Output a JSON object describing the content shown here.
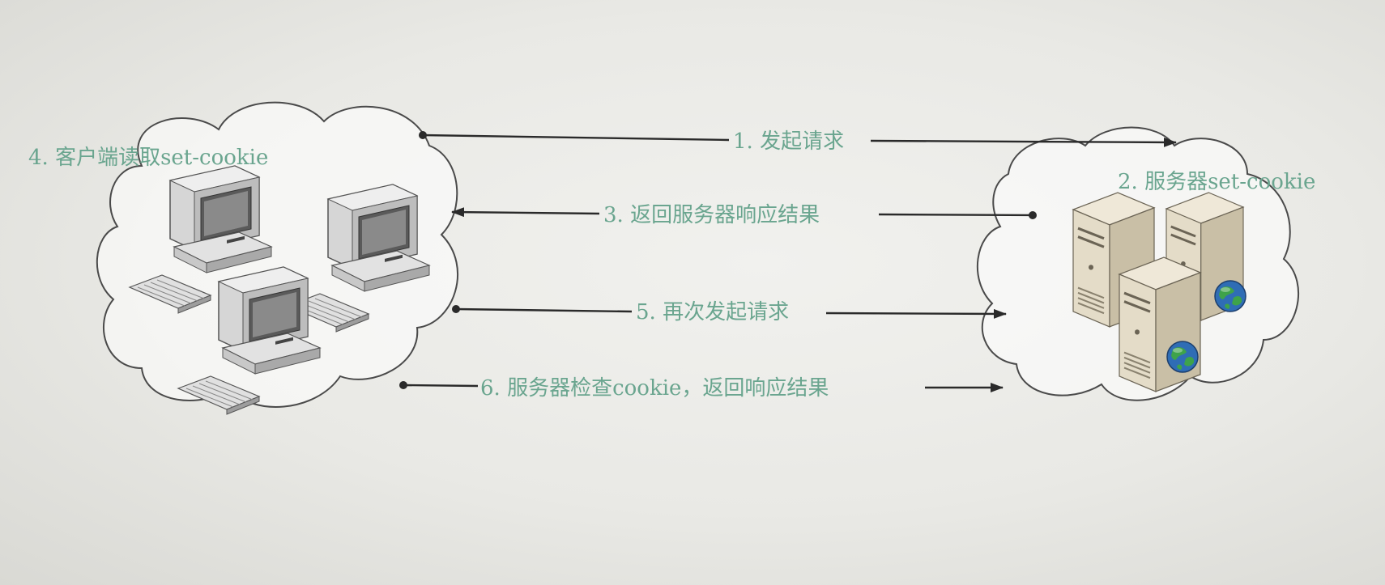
{
  "labels": {
    "client_read": "4. 客户端读取set-cookie",
    "server_set": "2. 服务器set-cookie",
    "step1": "1. 发起请求",
    "step3": "3. 返回服务器响应结果",
    "step5": "5. 再次发起请求",
    "step6": "6. 服务器检查cookie，返回响应结果"
  },
  "colors": {
    "label_green": "#6aa58f",
    "line": "#2a2a2a"
  },
  "icons": {
    "client": "desktop-computer-icon",
    "server": "server-globe-icon"
  }
}
